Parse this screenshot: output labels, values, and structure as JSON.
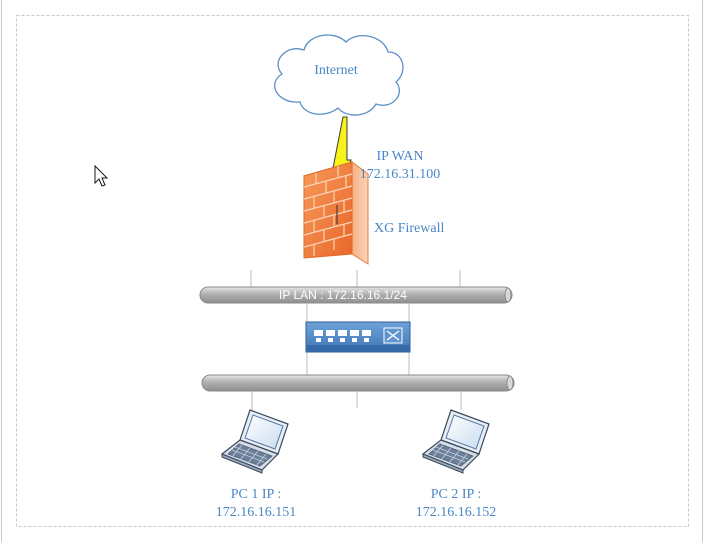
{
  "diagram": {
    "cloud_label": "Internet",
    "wan": {
      "title": "IP WAN",
      "ip": "172.16.31.100"
    },
    "firewall_label": "XG Firewall",
    "lan_label": "IP LAN : 172.16.16.1/24",
    "pc1": {
      "title": "PC 1 IP :",
      "ip": "172.16.16.151"
    },
    "pc2": {
      "title": "PC 2 IP :",
      "ip": "172.16.16.152"
    }
  },
  "colors": {
    "label_blue": "#4a86c5",
    "cloud_stroke": "#5b8fc7",
    "brick_orange": "#f07a3a",
    "lightning_yellow": "#f6f21a",
    "switch_blue": "#4f87c5",
    "bus_gray": "#b3b3b3"
  }
}
